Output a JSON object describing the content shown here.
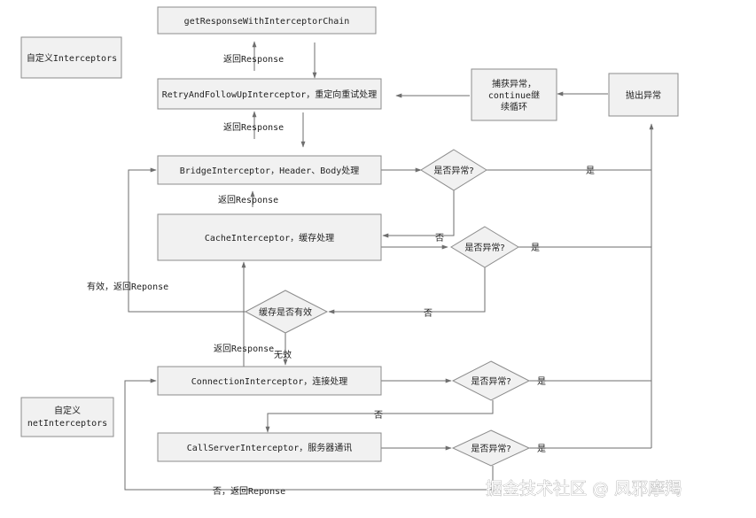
{
  "nodes": {
    "get_response": "getResponseWithInterceptorChain",
    "retry": "RetryAndFollowUpInterceptor，重定向重试处理",
    "bridge": "BridgeInterceptor，Header、Body处理",
    "cache": "CacheInterceptor，缓存处理",
    "connection": "ConnectionInterceptor，连接处理",
    "call_server": "CallServerInterceptor，服务器通讯",
    "custom_interceptors": "自定义Interceptors",
    "custom_net_line1": "自定义",
    "custom_net_line2": "netInterceptors",
    "catch_line1": "捕获异常，",
    "catch_line2": "continue继",
    "catch_line3": "续循环",
    "throw": "抛出异常"
  },
  "decisions": {
    "bridge_exception": "是否异常?",
    "cache_exception": "是否异常?",
    "cache_valid": "缓存是否有效",
    "connection_exception": "是否异常?",
    "call_exception": "是否异常?"
  },
  "edge_labels": {
    "return_response_1": "返回Response",
    "return_response_2": "返回Response",
    "return_response_3": "返回Response",
    "return_response_4": "返回Response",
    "valid_return": "有效，返回Reponse",
    "invalid": "无效",
    "no_1": "否",
    "no_2": "否",
    "no_3": "否",
    "yes_1": "是",
    "yes_2": "是",
    "yes_3": "是",
    "yes_4": "是",
    "no_return": "否，返回Reponse"
  },
  "watermark": "掘金技术社区 @ 凤邪摩羯"
}
